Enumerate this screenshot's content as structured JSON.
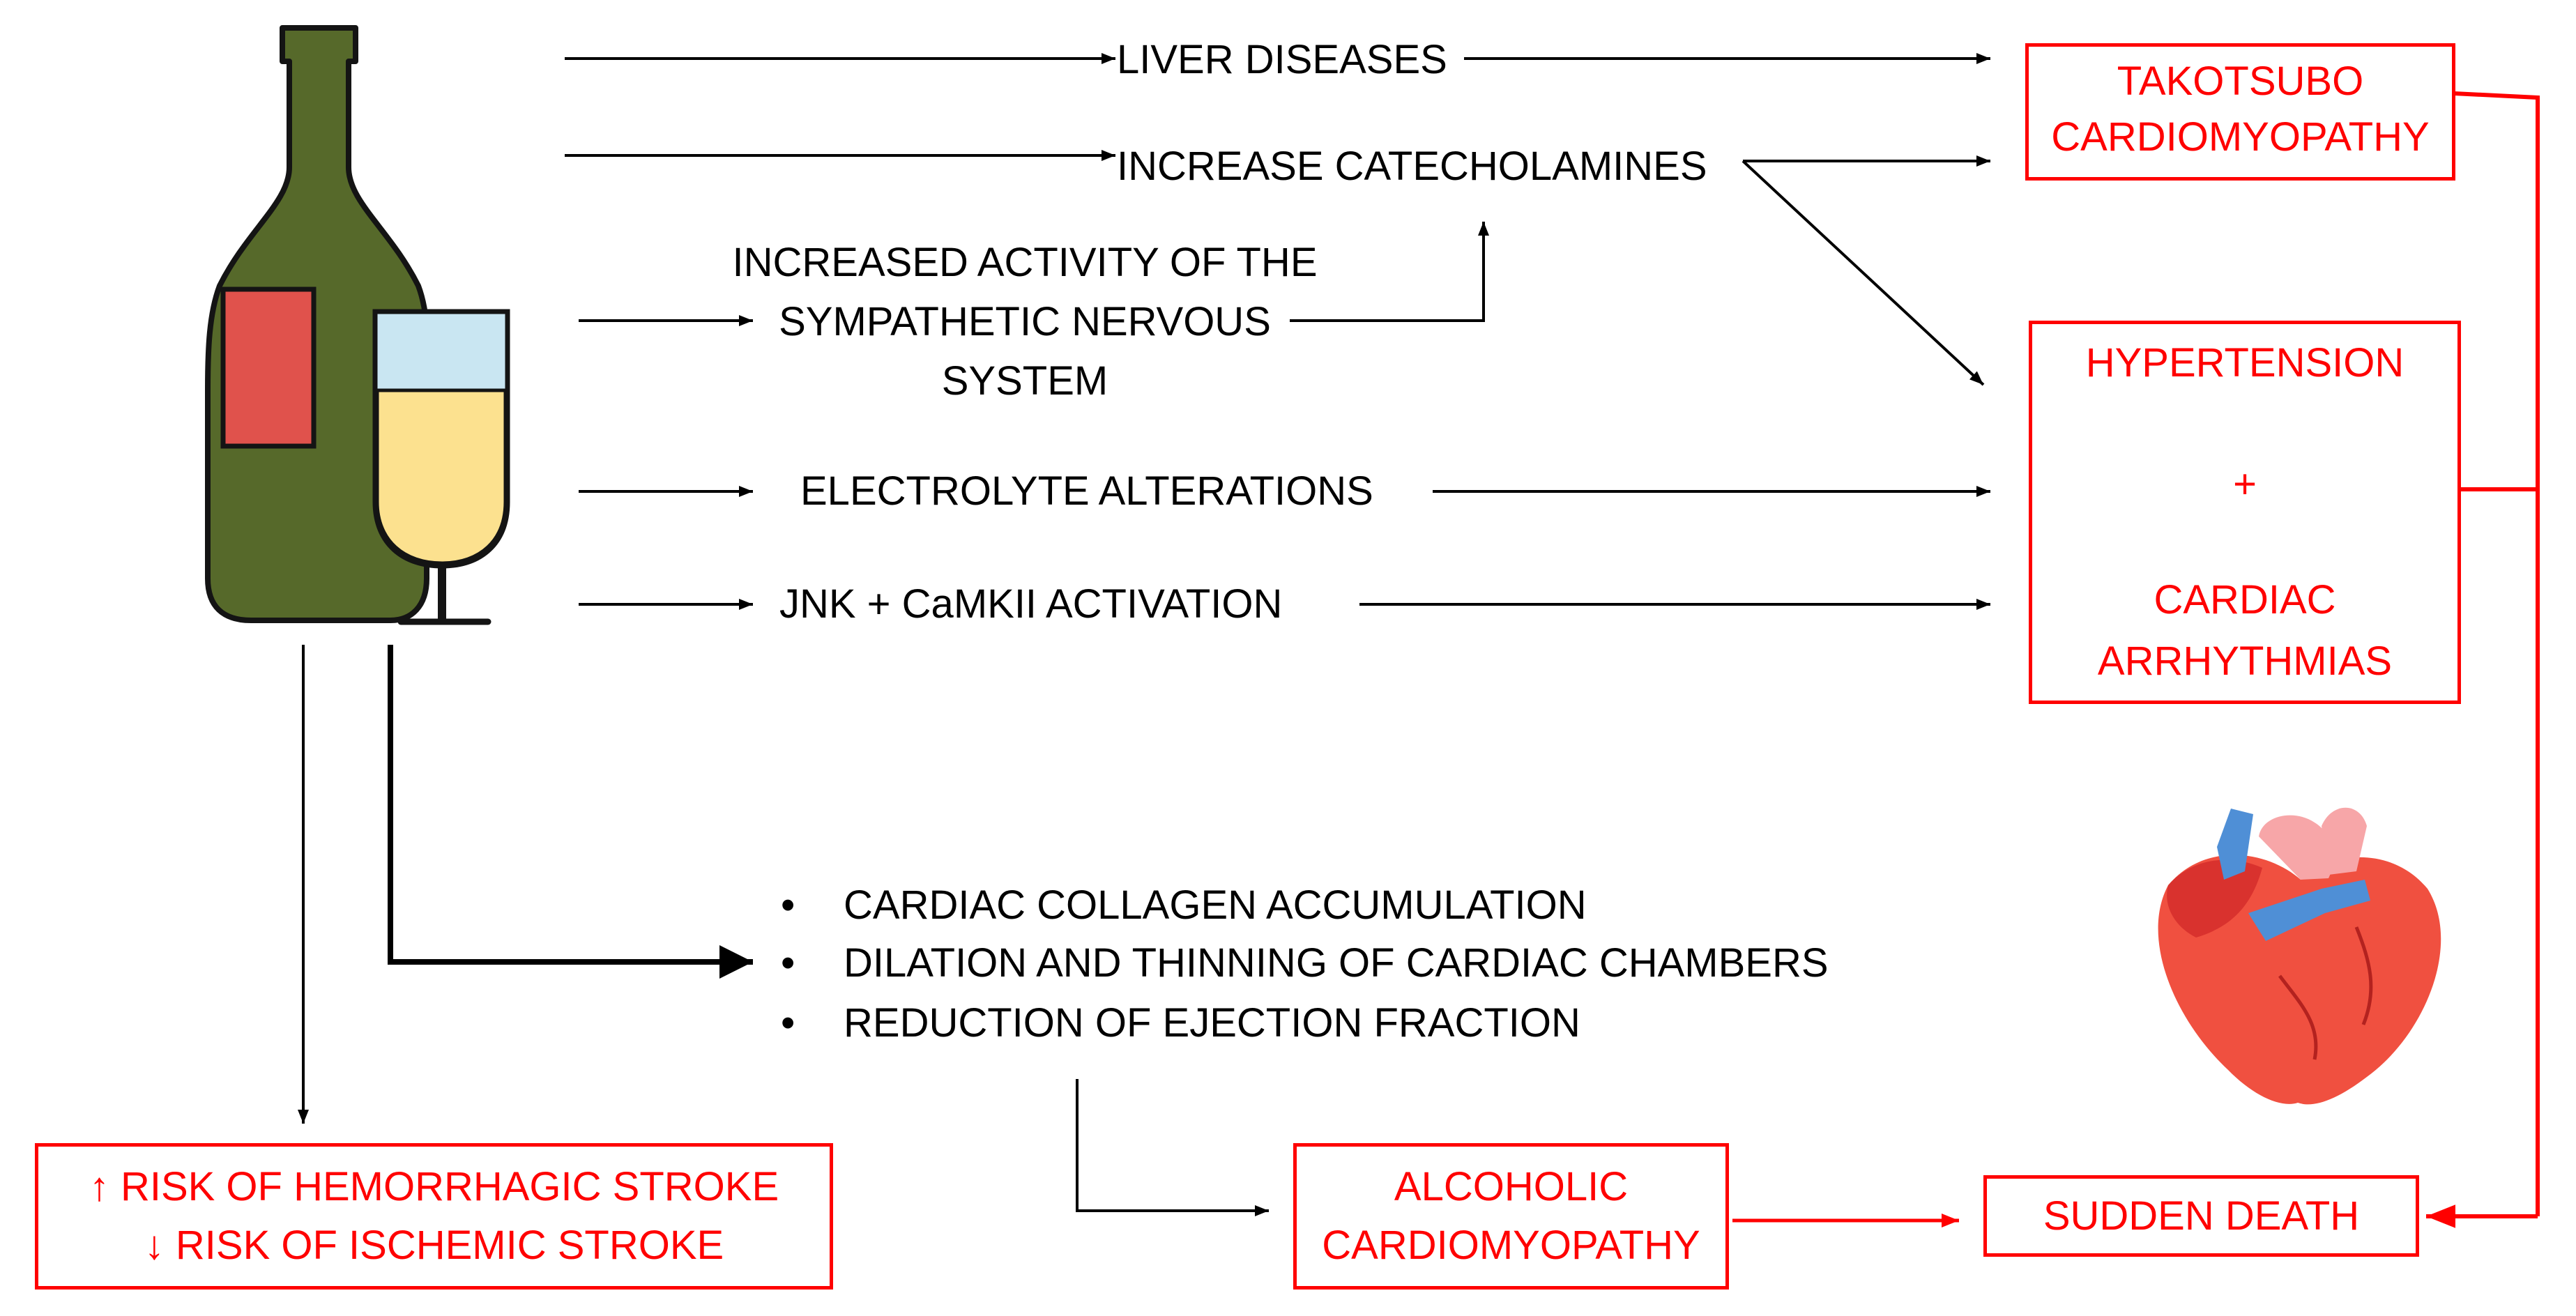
{
  "causes": {
    "liver": "LIVER DISEASES",
    "catecholamines": "INCREASE CATECHOLAMINES",
    "sympathetic_1": "INCREASED ACTIVITY OF THE",
    "sympathetic_2": "SYMPATHETIC NERVOUS",
    "sympathetic_3": "SYSTEM",
    "electrolyte": "ELECTROLYTE ALTERATIONS",
    "jnk": "JNK + CaMKII ACTIVATION"
  },
  "structural": {
    "items": [
      "CARDIAC COLLAGEN ACCUMULATION",
      "DILATION AND THINNING OF CARDIAC CHAMBERS",
      "REDUCTION OF EJECTION FRACTION"
    ]
  },
  "outcomes": {
    "takotsubo_1": "TAKOTSUBO",
    "takotsubo_2": "CARDIOMYOPATHY",
    "hypertension": "HYPERTENSION",
    "plus": "+",
    "arrhythmia_1": "CARDIAC",
    "arrhythmia_2": "ARRHYTHMIAS",
    "stroke_1": "↑ RISK OF HEMORRHAGIC STROKE",
    "stroke_2": "↓ RISK OF ISCHEMIC STROKE",
    "alcoholic_1": "ALCOHOLIC",
    "alcoholic_2": "CARDIOMYOPATHY",
    "sudden_death": "SUDDEN DEATH"
  },
  "colors": {
    "outcome": "#ff0000",
    "bottle": "#56692a",
    "label": "#e0524c",
    "wine": "#fce18f",
    "glass": "#c9e6f2"
  },
  "icons": [
    "wine-bottle-icon",
    "wine-glass-icon",
    "heart-icon"
  ]
}
